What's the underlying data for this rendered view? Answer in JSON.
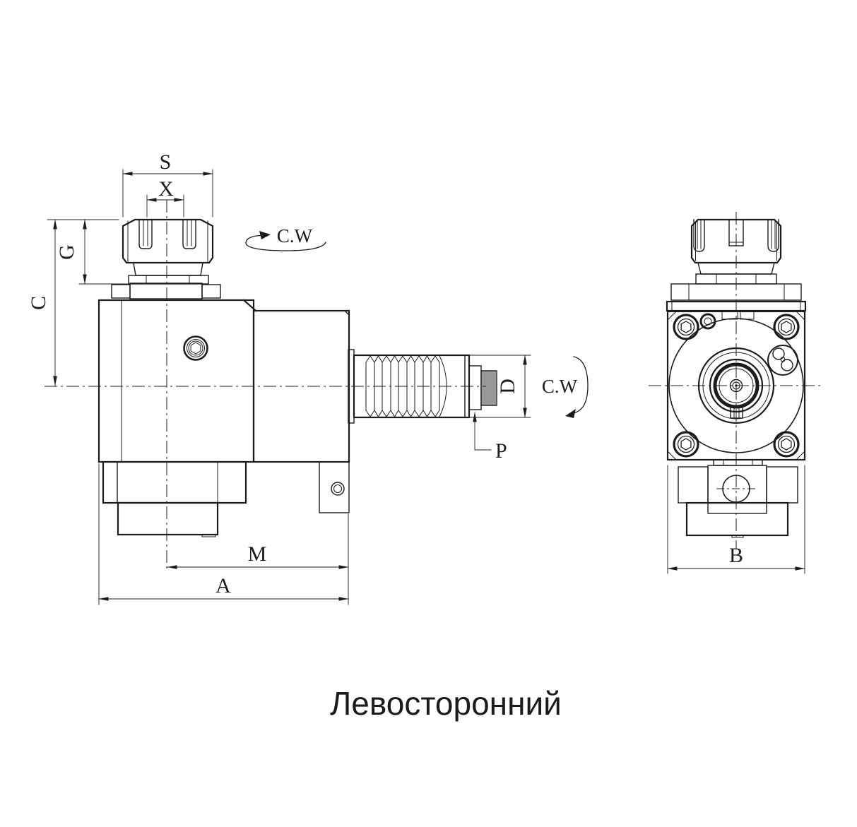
{
  "caption": "Левосторонний",
  "colors": {
    "line": "#1c1c1c",
    "background": "#ffffff"
  },
  "drawing": {
    "side_view": {
      "dim_s": "S",
      "dim_x": "X",
      "dim_g": "G",
      "dim_c": "C",
      "dim_d": "D",
      "dim_p": "P",
      "dim_m": "M",
      "dim_a": "A",
      "spindle_rotation": "C.W",
      "shaft_rotation": "C.W"
    },
    "front_view": {
      "dim_b": "B"
    }
  }
}
